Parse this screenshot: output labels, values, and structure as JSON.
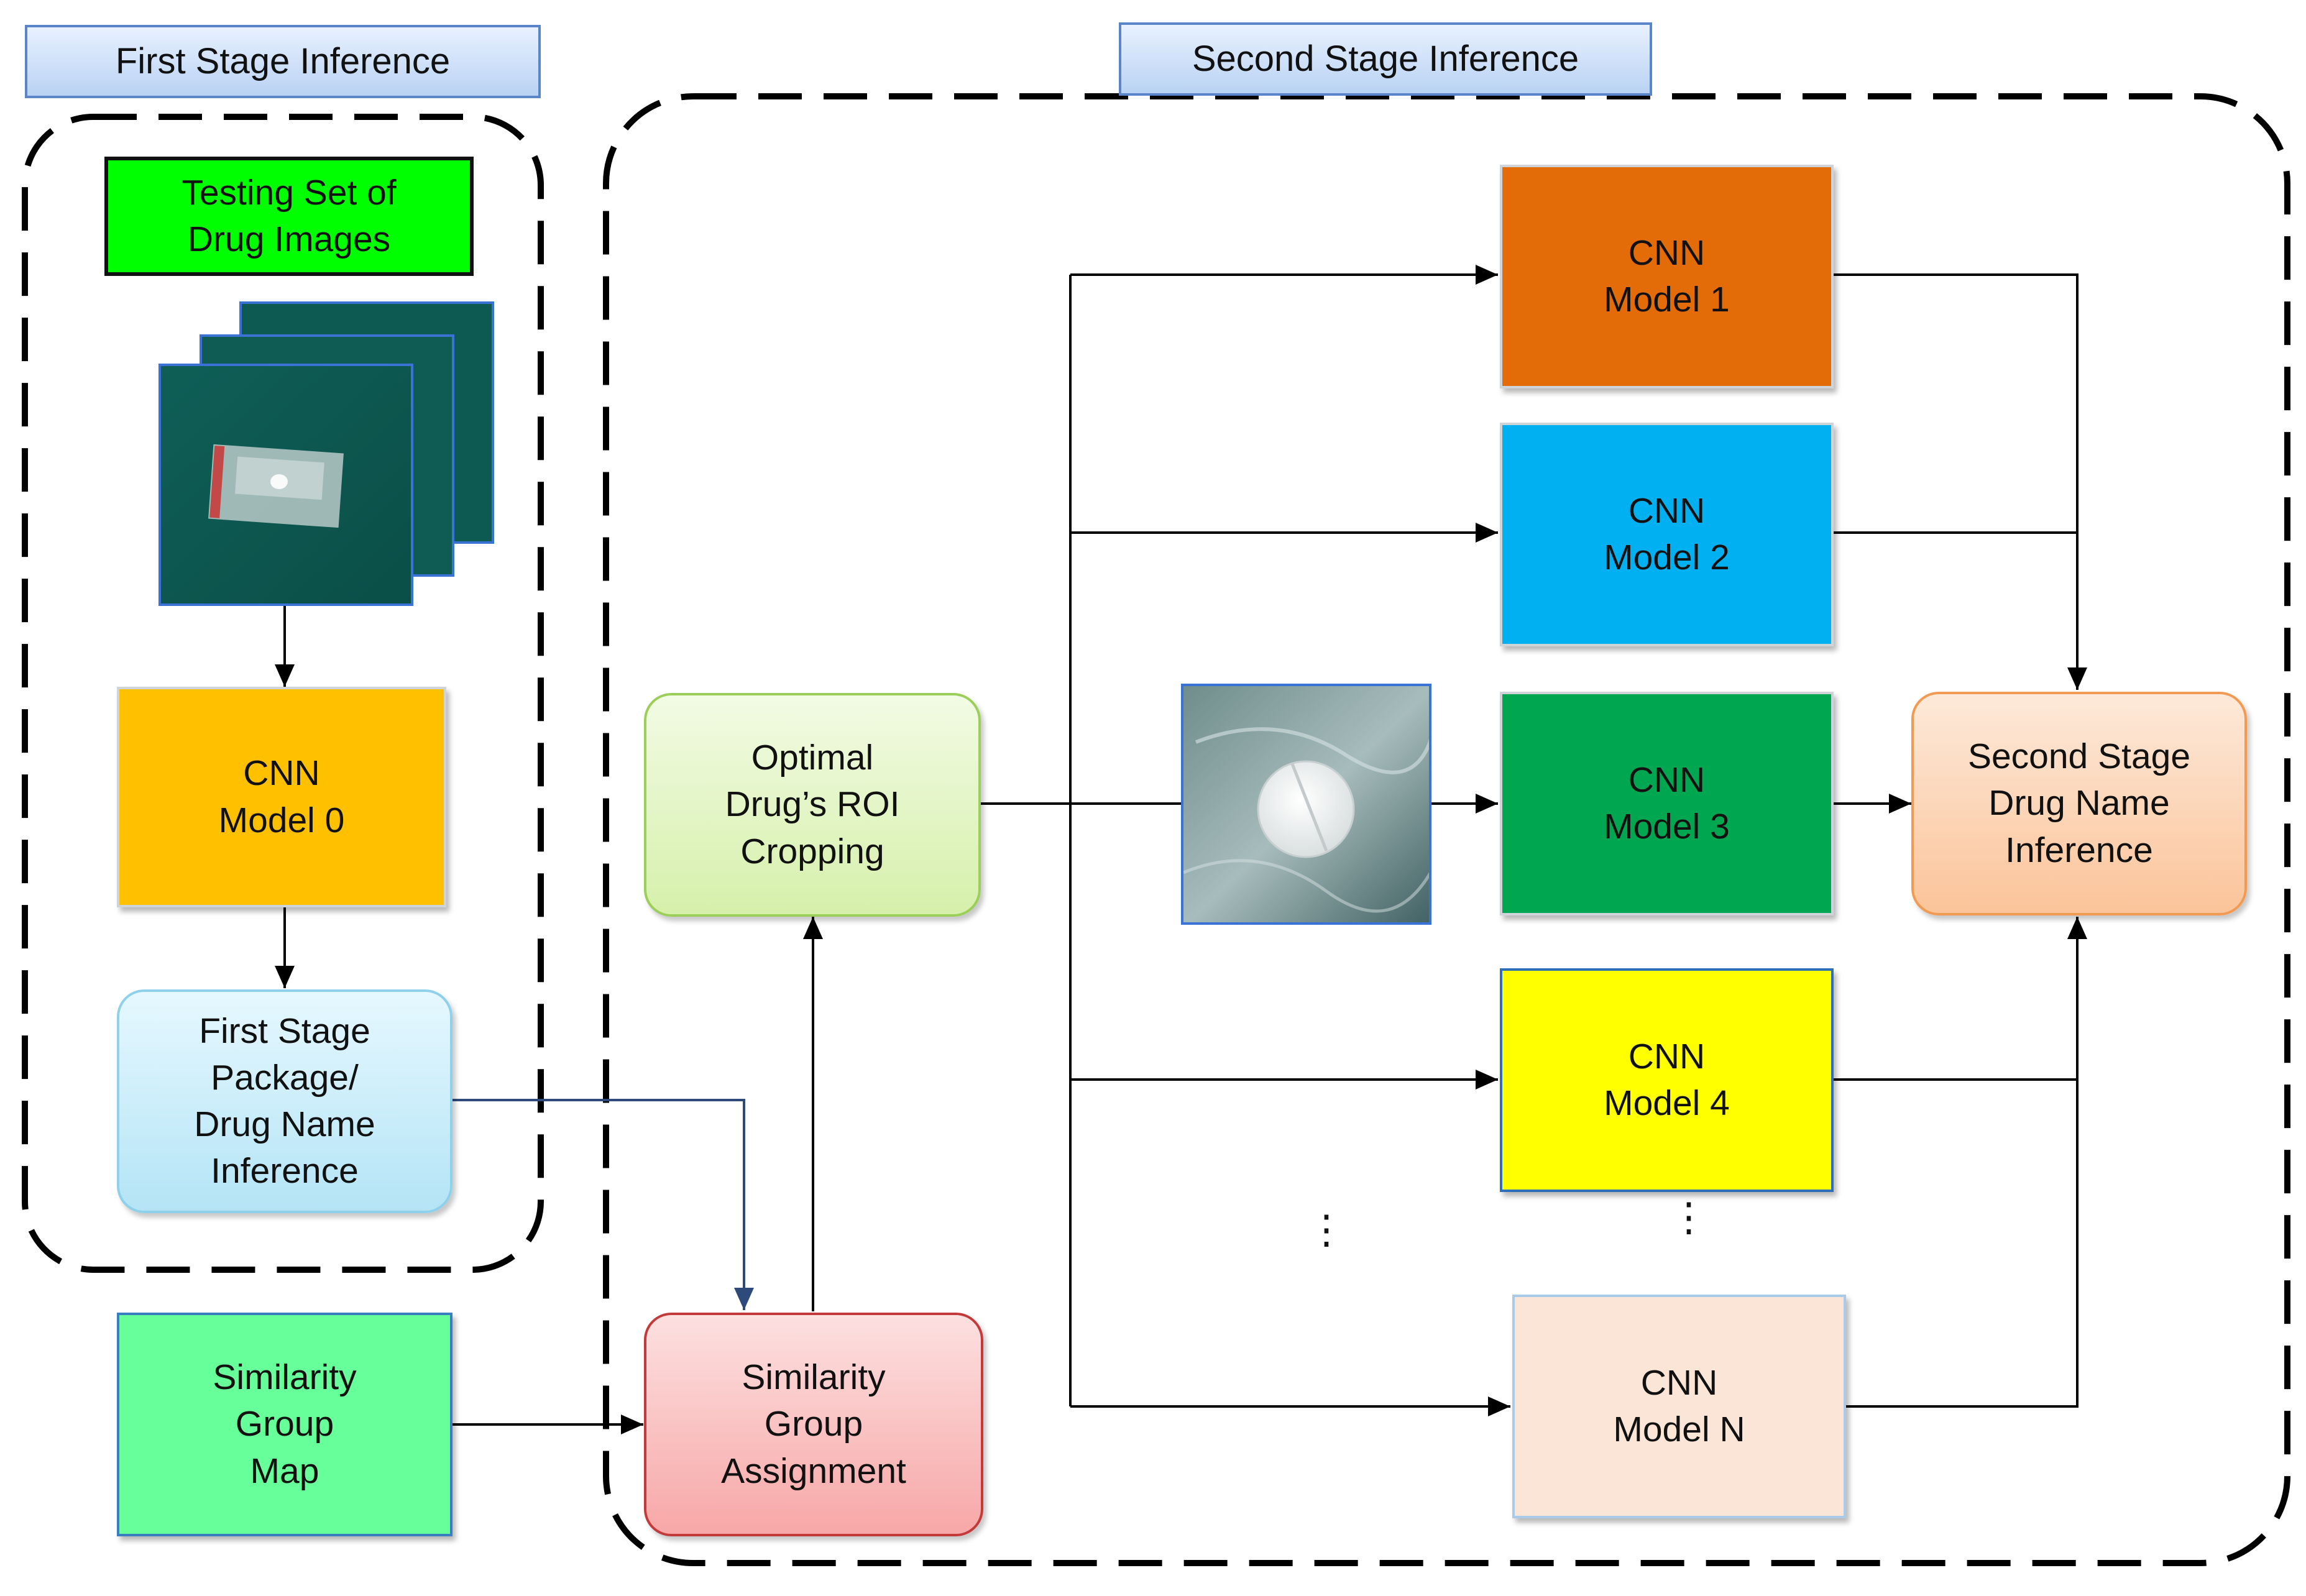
{
  "stage_titles": {
    "first": "First Stage Inference",
    "second": "Second Stage Inference"
  },
  "first_stage": {
    "testing_set": "Testing Set of\nDrug Images",
    "cnn_model_0": "CNN\nModel 0",
    "first_stage_inference": "First Stage\nPackage/\nDrug Name\nInference"
  },
  "similarity_group_map": "Similarity\nGroup\nMap",
  "similarity_group_assignment": "Similarity\nGroup\nAssignment",
  "roi_cropping": "Optimal\nDrug’s ROI\nCropping",
  "cnn_models": [
    "CNN\nModel 1",
    "CNN\nModel 2",
    "CNN\nModel 3",
    "CNN\nModel 4",
    "CNN\nModel N"
  ],
  "second_stage_inference": "Second Stage\nDrug Name\nInference",
  "ellipsis": "⋮",
  "colors": {
    "testing_set": "#00ff00",
    "cnn_model_0": "#ffc000",
    "first_stage_inference": "#c9ecf9",
    "similarity_group_map": "#66ff99",
    "similarity_group_assignment": "#f9b4b4",
    "roi_cropping": "#e3f5c4",
    "cnn_model_1": "#e36c09",
    "cnn_model_2": "#00b0f0",
    "cnn_model_3": "#00a650",
    "cnn_model_4": "#ffff00",
    "cnn_model_n": "#fbe5d6",
    "second_stage_inference": "#fcd0a8",
    "arrow": "#000000",
    "connector": "#2e4a7a"
  }
}
